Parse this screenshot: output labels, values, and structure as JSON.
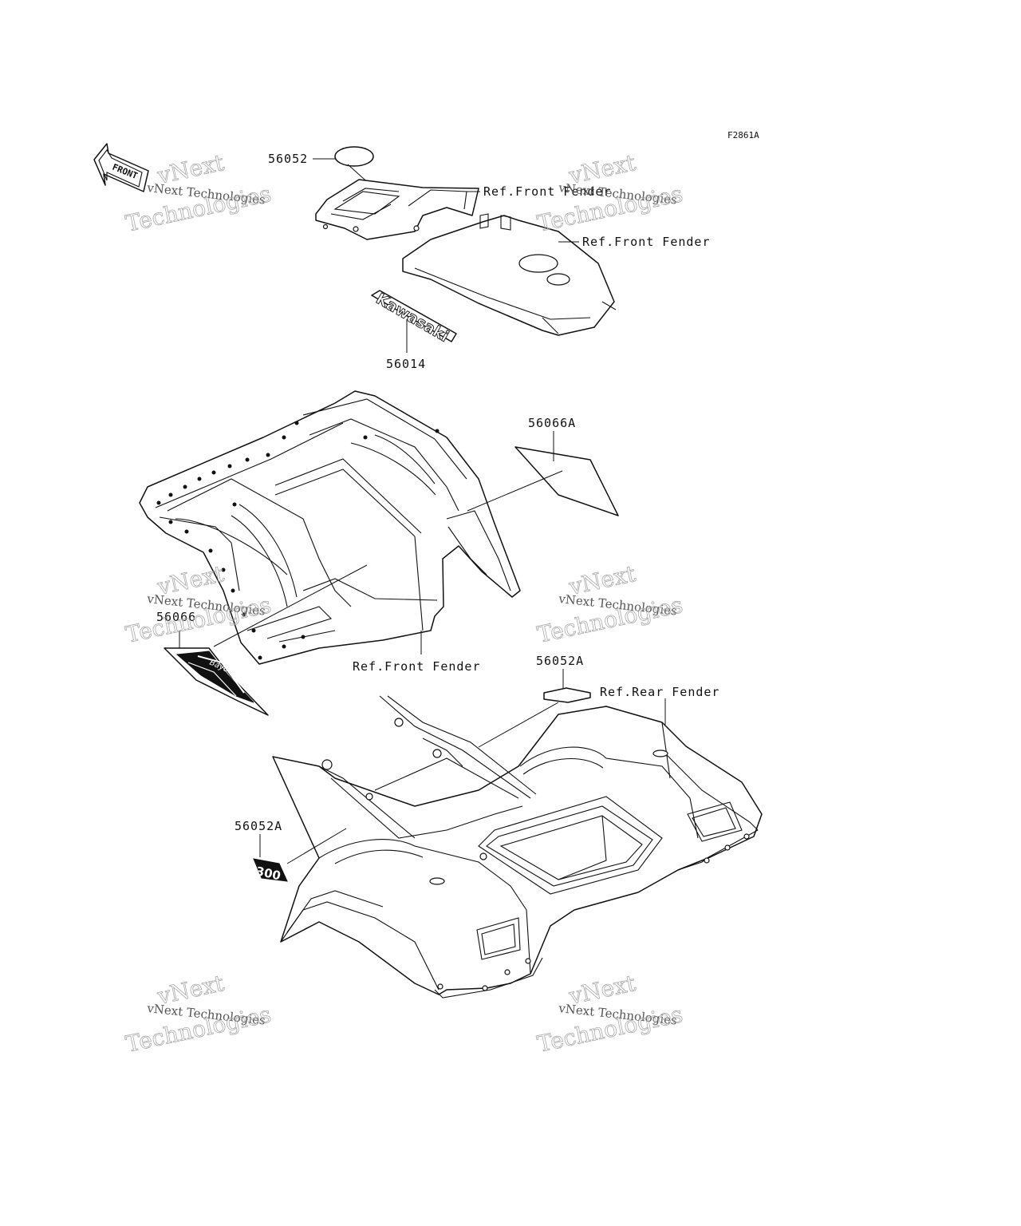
{
  "figure_code": "F2861A",
  "front_arrow": {
    "text": "FRONT",
    "icon": "front-direction-arrow-icon"
  },
  "callouts": {
    "c56052": "56052",
    "c56014": "56014",
    "c56066A": "56066A",
    "c56066": "56066",
    "c56052A_top": "56052A",
    "c56052A_bottom": "56052A"
  },
  "references": {
    "front_fender_1": "Ref.Front Fender",
    "front_fender_2": "Ref.Front Fender",
    "front_fender_3": "Ref.Front Fender",
    "rear_fender": "Ref.Rear Fender"
  },
  "decal_text": {
    "kawasaki": "Kawasaki",
    "model_badge": "300",
    "side_stripe": "Bayou"
  },
  "watermark": {
    "line1": "vNext Technologies",
    "line2": "vNext",
    "line3": "Technologies"
  }
}
